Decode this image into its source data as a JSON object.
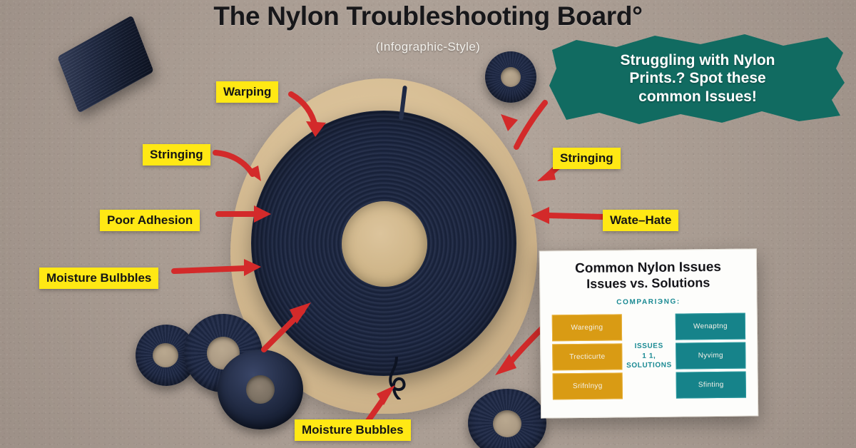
{
  "header": {
    "title": "The Nylon Troubleshooting Board°",
    "subtitle": "(Infographic-Style)"
  },
  "banner": {
    "line1": "Struggling with Nylon",
    "line2": "Prints.? Spot these",
    "line3": "common Issues!",
    "color": "#116b61"
  },
  "colors": {
    "background": "#ada096",
    "tag_yellow": "#ffe814",
    "arrow_red": "#d32a2a",
    "teal": "#16838a",
    "orange": "#d99b14",
    "filament_navy": "#1d2740",
    "disc_tan": "#d5bb93"
  },
  "callouts": [
    {
      "label": "Warping",
      "side": "left"
    },
    {
      "label": "Stringing",
      "side": "left"
    },
    {
      "label": "Poor Adhesion",
      "side": "left"
    },
    {
      "label": "Moisture Bulbbles",
      "side": "left"
    },
    {
      "label": "Stringing",
      "side": "right"
    },
    {
      "label": "Wate–Hate",
      "side": "right"
    },
    {
      "label": "Moisture Bubbles",
      "side": "bottom"
    }
  ],
  "card": {
    "heading1": "Common Nylon Issues",
    "heading2": "Issues vs. Solutions",
    "subheading": "COMPARIЭNG:",
    "middle_line1": "ISSUES",
    "middle_line2": "1 1,",
    "middle_line3": "SOLUTIONS",
    "left_column": [
      "Wareging",
      "Trecticurte",
      "Srifnlnyg"
    ],
    "right_column": [
      "Wenaptng",
      "Nyvimg",
      "Sfinting"
    ]
  },
  "objects": {
    "filament_spool": "coiled-nylon-filament",
    "printed_parts": [
      "ring-small",
      "ring-gear",
      "cone-knob",
      "gear-top-right",
      "ring-bottom-right"
    ],
    "filament_block": "navy-printed-block"
  }
}
